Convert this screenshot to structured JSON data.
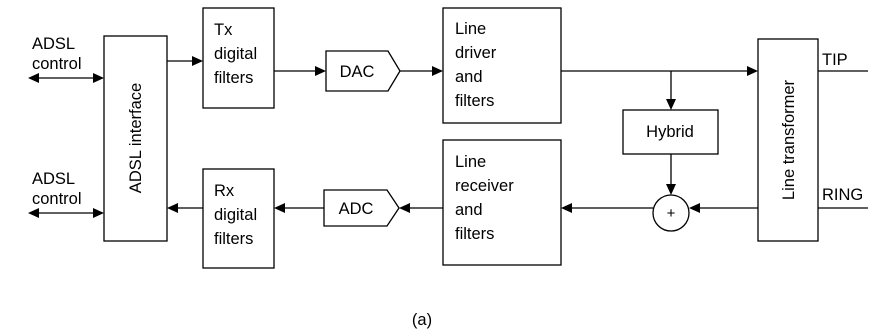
{
  "colors": {
    "stroke": "#000000",
    "background": "#ffffff"
  },
  "left_inputs": {
    "top": [
      "ADSL",
      "control"
    ],
    "bottom": [
      "ADSL",
      "control"
    ]
  },
  "blocks": {
    "adsl_interface": "ADSL interface",
    "tx_filters": [
      "Tx",
      "digital",
      "filters"
    ],
    "rx_filters": [
      "Rx",
      "digital",
      "filters"
    ],
    "dac": "DAC",
    "adc": "ADC",
    "line_driver": [
      "Line",
      "driver",
      "and",
      "filters"
    ],
    "line_receiver": [
      "Line",
      "receiver",
      "and",
      "filters"
    ],
    "hybrid": "Hybrid",
    "summer": "+",
    "line_transformer": "Line transformer"
  },
  "outputs": {
    "tip": "TIP",
    "ring": "RING"
  },
  "caption": "(a)"
}
